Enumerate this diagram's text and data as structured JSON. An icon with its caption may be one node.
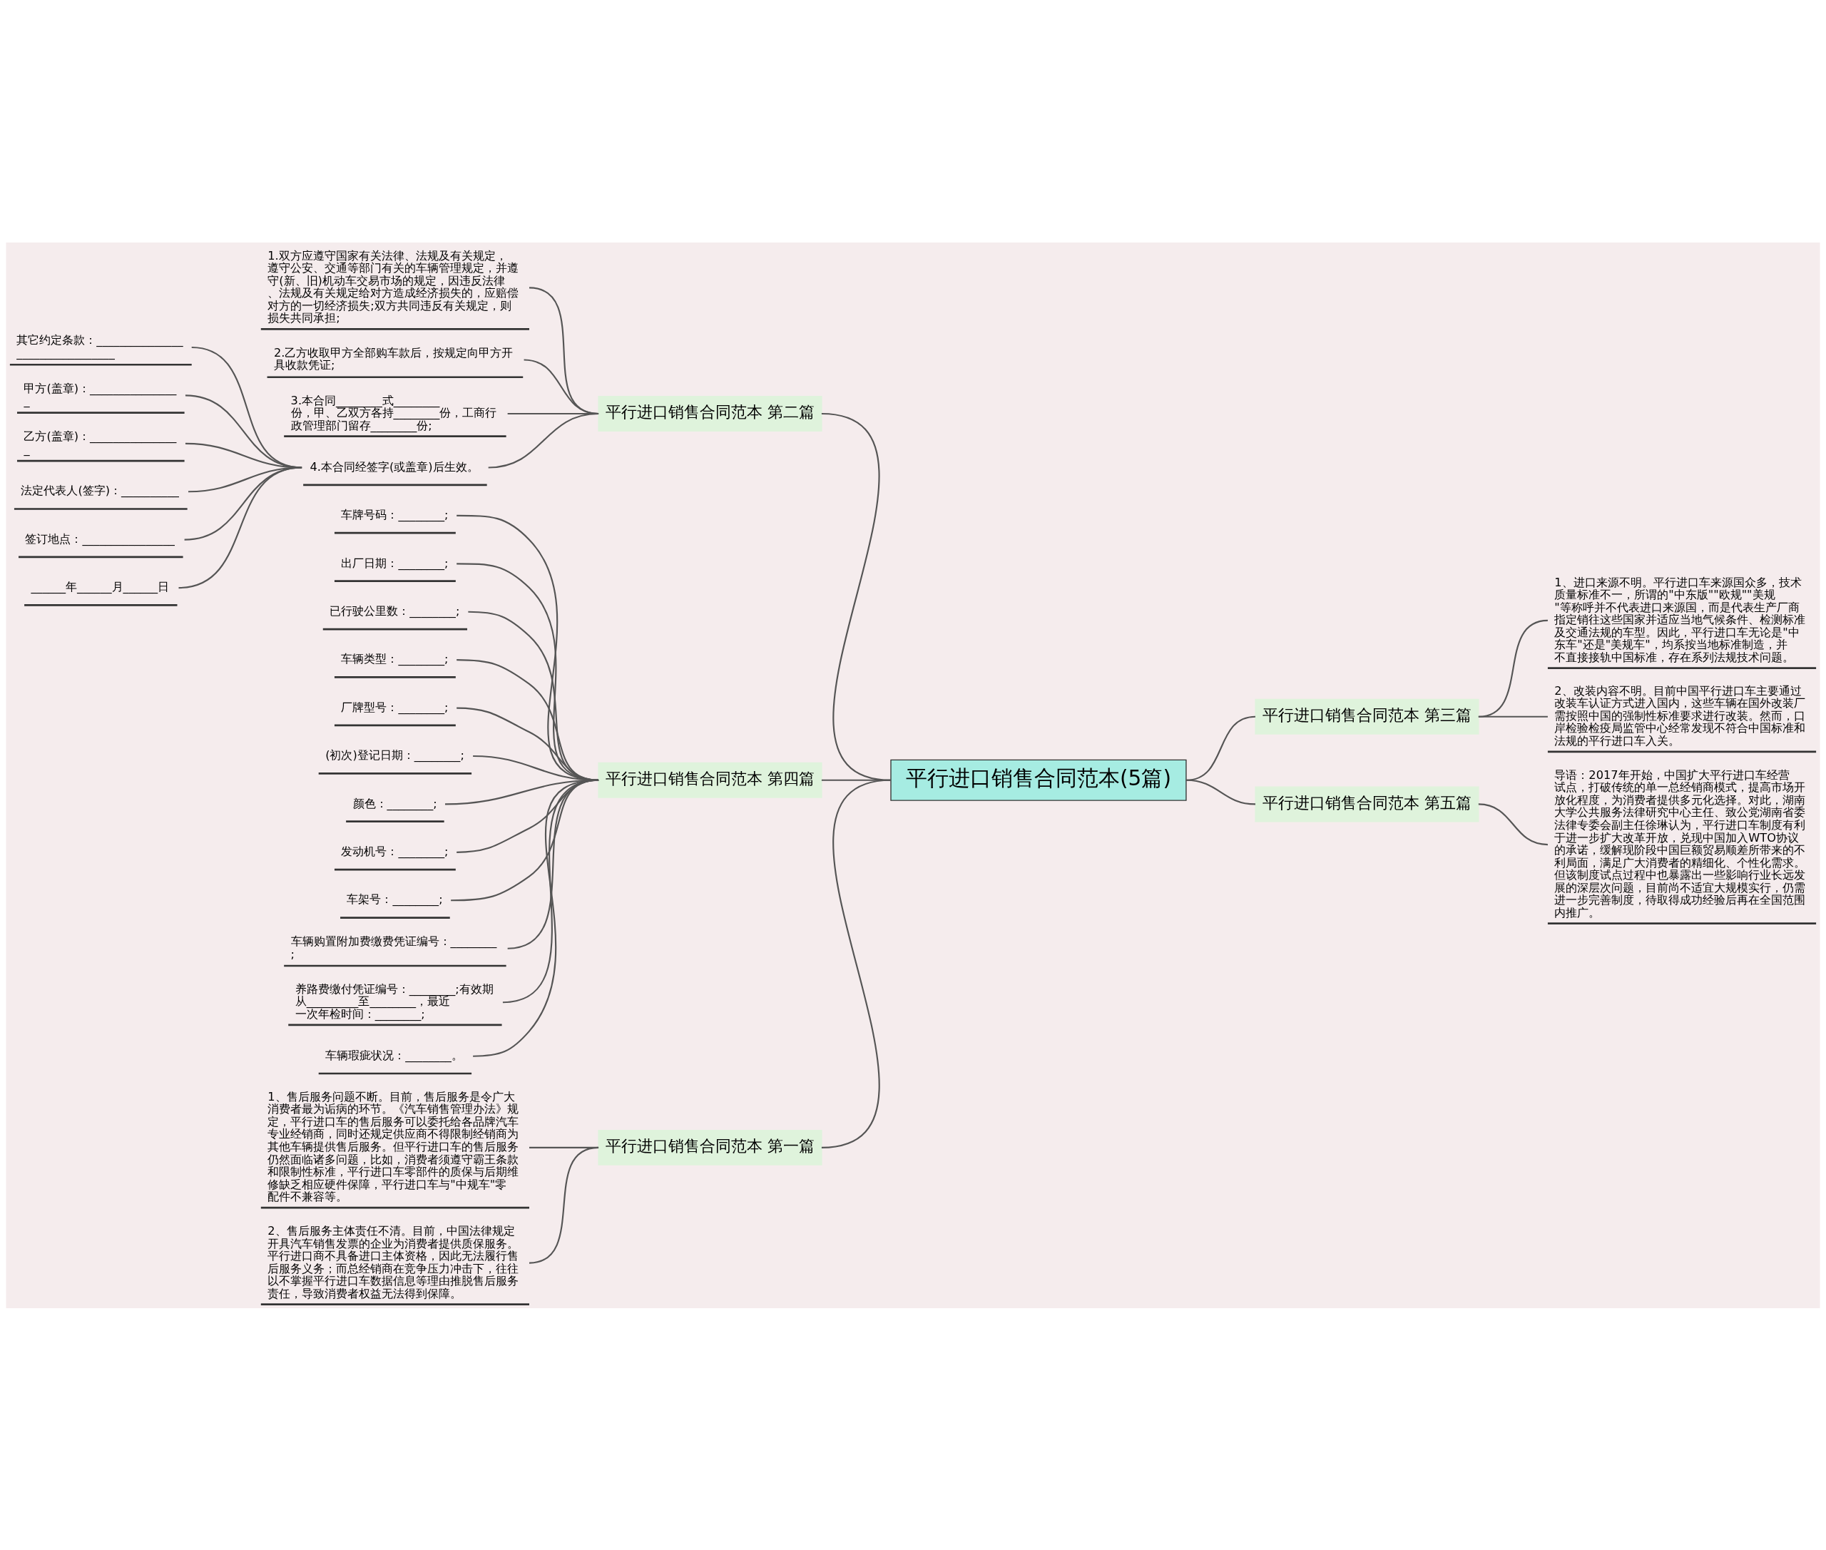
{
  "diagram": {
    "nodes": [
      {
        "text": [
          "平行进口销售合同范本(5篇)"
        ]
      },
      {
        "text": [
          "平行进口销售合同范本 第二篇"
        ]
      },
      {
        "text": [
          "1.双方应遵守国家有关法律、法规及有关规定，遵守公安、交通等部门有关的车辆管理规定，并遵守(新、旧)机动车交易市场的规定，因违反法律、法规及有关规定给对方造成经济损失的，应赔偿对方的一切经济损失;双方共同违反有关规定，则损失共同承担;"
        ]
      },
      {
        "text": [
          "2.乙方收取甲方全部购车款后，按规定向甲方开具收款凭证;"
        ]
      },
      {
        "text": [
          "3.本合同________式________份，甲、乙双方各持________份，工商行政管理部门留存________份;"
        ]
      },
      {
        "text": [
          "4.本合同经签字(或盖章)后生效。"
        ]
      },
      {
        "text": [
          "其它约定条款：________________________________"
        ]
      },
      {
        "text": [
          "甲方(盖章)：________________"
        ]
      },
      {
        "text": [
          "乙方(盖章)：________________"
        ]
      },
      {
        "text": [
          "法定代表人(签字)：__________"
        ]
      },
      {
        "text": [
          "签订地点：________________"
        ]
      },
      {
        "text": [
          "______年______月______日"
        ]
      },
      {
        "text": [
          "平行进口销售合同范本 第四篇"
        ]
      },
      {
        "text": [
          "车牌号码：________;"
        ]
      },
      {
        "text": [
          "出厂日期：________;"
        ]
      },
      {
        "text": [
          "已行驶公里数：________;"
        ]
      },
      {
        "text": [
          "车辆类型：________;"
        ]
      },
      {
        "text": [
          "厂牌型号：________;"
        ]
      },
      {
        "text": [
          "(初次)登记日期：________;"
        ]
      },
      {
        "text": [
          "颜色：________;"
        ]
      },
      {
        "text": [
          "发动机号：________;"
        ]
      },
      {
        "text": [
          "车架号：________;"
        ]
      },
      {
        "text": [
          "车辆购置附加费缴费凭证编号：________;"
        ]
      },
      {
        "text": [
          "养路费缴付凭证编号：________;有效期从_________至________，最近一次年检时间：________;"
        ]
      },
      {
        "text": [
          "车辆瑕疵状况：________。"
        ]
      },
      {
        "text": [
          "平行进口销售合同范本 第一篇"
        ]
      },
      {
        "text": [
          "1、售后服务问题不断。目前，售后服务是令广大消费者最为诟病的环节。《汽车销售管理办法》规定，平行进口车的售后服务可以委托给各品牌汽车专业经销商，同时还规定供应商不得限制经销商为其他车辆提供售后服务。但平行进口车的售后服务仍然面临诸多问题，比如，消费者须遵守霸王条款和限制性标准，平行进口车零部件的质保与后期维修缺乏相应硬件保障，平行进口车与\"中规车\"零配件不兼容等。"
        ]
      },
      {
        "text": [
          "2、售后服务主体责任不清。目前，中国法律规定开具汽车销售发票的企业为消费者提供质保服务。平行进口商不具备进口主体资格，因此无法履行售后服务义务；而总经销商在竞争压力冲击下，往往以不掌握平行进口车数据信息等理由推脱售后服务责任，导致消费者权益无法得到保障。"
        ]
      },
      {
        "text": [
          "平行进口销售合同范本 第三篇"
        ]
      },
      {
        "text": [
          "1、进口来源不明。平行进口车来源国众多，技术质量标准不一，所谓的\"中东版\"\"欧规\"\"美规\"等称呼并不代表进口来源国，而是代表生产厂商指定销往这些国家并适应当地气候条件、检测标准及交通法规的车型。因此，平行进口车无论是\"中东车\"还是\"美规车\"，均系按当地标准制造，并不直接接轨中国标准，存在系列法规技术问题。"
        ]
      },
      {
        "text": [
          "2、改装内容不明。目前中国平行进口车主要通过改装车认证方式进入国内，这些车辆在国外改装厂需按照中国的强制性标准要求进行改装。然而，口岸检验检疫局监管中心经常发现不符合中国标准和法规的平行进口车入关。"
        ]
      },
      {
        "text": [
          "平行进口销售合同范本 第五篇"
        ]
      },
      {
        "text": [
          "导语：2017年开始，中国扩大平行进口车经营试点，打破传统的单一总经销商模式，提高市场开放化程度，为消费者提供多元化选择。对此，湖南大学公共服务法律研究中心主任、致公党湖南省委法律专委会副主任徐琳认为，平行进口车制度有利于进一步扩大改革开放，兑现中国加入WTO协议的承诺，缓解现阶段中国巨额贸易顺差所带来的不利局面，满足广大消费者的精细化、个性化需求。但该制度试点过程中也暴露出一些影响行业长远发展的深层次问题，目前尚不适宜大规模实行，仍需进一步完善制度，待取得成功经验后再在全国范围内推广。"
        ]
      }
    ],
    "edges": [
      {
        "from": 0,
        "to": 1,
        "arrow": "none"
      },
      {
        "from": 1,
        "to": 2,
        "arrow": "none"
      },
      {
        "from": 1,
        "to": 3,
        "arrow": "none"
      },
      {
        "from": 1,
        "to": 4,
        "arrow": "none"
      },
      {
        "from": 1,
        "to": 5,
        "arrow": "none"
      },
      {
        "from": 5,
        "to": 6,
        "arrow": "none"
      },
      {
        "from": 5,
        "to": 7,
        "arrow": "none"
      },
      {
        "from": 5,
        "to": 8,
        "arrow": "none"
      },
      {
        "from": 5,
        "to": 9,
        "arrow": "none"
      },
      {
        "from": 5,
        "to": 10,
        "arrow": "none"
      },
      {
        "from": 5,
        "to": 11,
        "arrow": "none"
      },
      {
        "from": 0,
        "to": 12,
        "arrow": "none"
      },
      {
        "from": 12,
        "to": 13,
        "arrow": "none"
      },
      {
        "from": 12,
        "to": 14,
        "arrow": "none"
      },
      {
        "from": 12,
        "to": 15,
        "arrow": "none"
      },
      {
        "from": 12,
        "to": 16,
        "arrow": "none"
      },
      {
        "from": 12,
        "to": 17,
        "arrow": "none"
      },
      {
        "from": 12,
        "to": 18,
        "arrow": "none"
      },
      {
        "from": 12,
        "to": 19,
        "arrow": "none"
      },
      {
        "from": 12,
        "to": 20,
        "arrow": "none"
      },
      {
        "from": 12,
        "to": 21,
        "arrow": "none"
      },
      {
        "from": 12,
        "to": 22,
        "arrow": "none"
      },
      {
        "from": 12,
        "to": 23,
        "arrow": "none"
      },
      {
        "from": 12,
        "to": 24,
        "arrow": "none"
      },
      {
        "from": 0,
        "to": 25,
        "arrow": "none"
      },
      {
        "from": 25,
        "to": 26,
        "arrow": "none"
      },
      {
        "from": 25,
        "to": 27,
        "arrow": "none"
      },
      {
        "from": 0,
        "to": 28,
        "arrow": "none"
      },
      {
        "from": 28,
        "to": 29,
        "arrow": "none"
      },
      {
        "from": 28,
        "to": 30,
        "arrow": "none"
      },
      {
        "from": 0,
        "to": 31,
        "arrow": "none"
      },
      {
        "from": 31,
        "to": 32,
        "arrow": "none"
      }
    ]
  }
}
